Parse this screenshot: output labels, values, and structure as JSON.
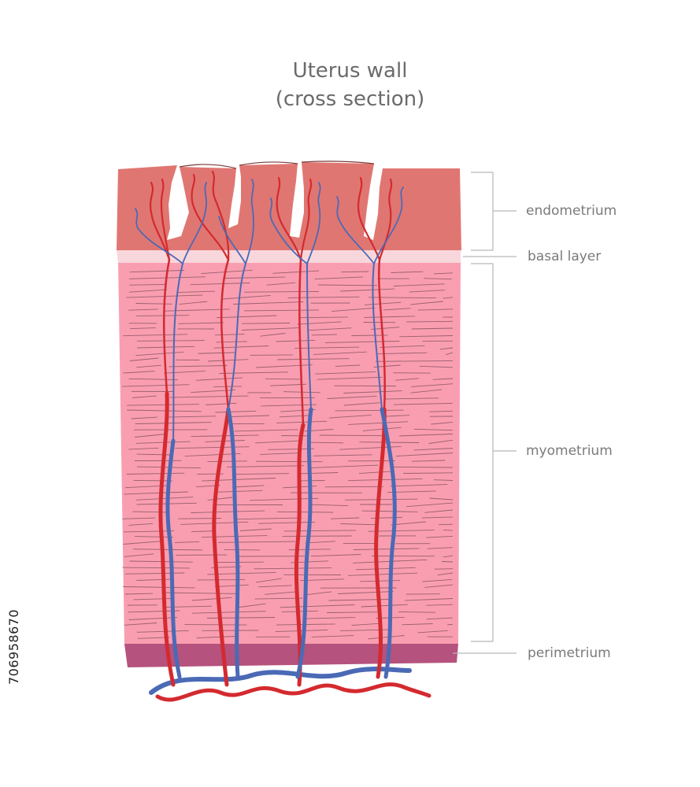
{
  "title": {
    "line1": "Uterus wall",
    "line2": "(cross section)"
  },
  "labels": {
    "endometrium": "endometrium",
    "basal_layer": "basal layer",
    "myometrium": "myometrium",
    "perimetrium": "perimetrium"
  },
  "side_id": "706958670",
  "colors": {
    "endometrium": "#e07672",
    "basal_layer": "#f8d7dc",
    "myometrium": "#f99eb0",
    "perimetrium": "#b5527d",
    "artery": "#d42a2f",
    "vein": "#4a6ab6",
    "label": "#7a7a7a",
    "bracket": "#b8b8b8"
  }
}
